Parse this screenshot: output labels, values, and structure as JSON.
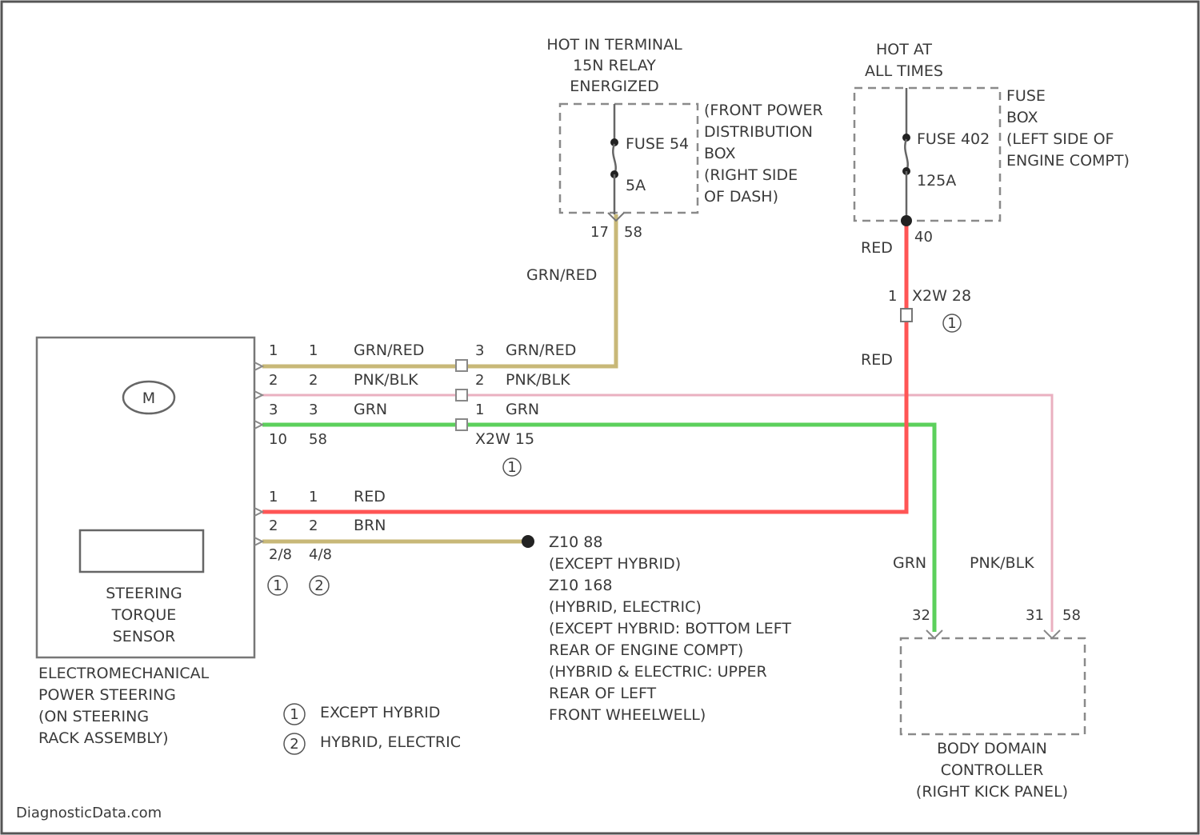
{
  "power_ign": {
    "header": [
      "HOT IN TERMINAL",
      "15N RELAY",
      "ENERGIZED"
    ],
    "fuse_name": "FUSE 54",
    "fuse_rating": "5A",
    "box_label": [
      "(FRONT POWER",
      "DISTRIBUTION",
      "BOX",
      "(RIGHT SIDE",
      "OF DASH)"
    ],
    "pin_left": "17",
    "pin_right": "58",
    "wire_color": "GRN/RED"
  },
  "power_batt": {
    "header": [
      "HOT AT",
      "ALL TIMES"
    ],
    "fuse_name": "FUSE 402",
    "fuse_rating": "125A",
    "box_label": [
      "FUSE",
      "BOX",
      "(LEFT SIDE OF",
      "ENGINE COMPT)"
    ],
    "pin": "40",
    "wire_color_top": "RED",
    "connector_pin": "1",
    "connector_name": "X2W 28",
    "connector_note": "1",
    "wire_color_mid": "RED"
  },
  "eps_connector_a": {
    "rows": [
      {
        "p1": "1",
        "p2": "1",
        "color": "GRN/RED",
        "pin": "3",
        "color2": "GRN/RED"
      },
      {
        "p1": "2",
        "p2": "2",
        "color": "PNK/BLK",
        "pin": "2",
        "color2": "PNK/BLK"
      },
      {
        "p1": "3",
        "p2": "3",
        "color": "GRN",
        "pin": "1",
        "color2": "GRN"
      }
    ],
    "conn_left": "10",
    "conn_right": "58",
    "inline_name": "X2W 15",
    "inline_note": "1"
  },
  "eps_connector_b": {
    "rows": [
      {
        "p1": "1",
        "p2": "1",
        "color": "RED"
      },
      {
        "p1": "2",
        "p2": "2",
        "color": "BRN"
      }
    ],
    "conn_left": "2/8",
    "conn_right": "4/8",
    "note_left": "1",
    "note_right": "2"
  },
  "ground": {
    "lines": [
      "Z10 88",
      "(EXCEPT HYBRID)",
      "Z10 168",
      "(HYBRID, ELECTRIC)",
      "(EXCEPT HYBRID: BOTTOM LEFT",
      "REAR OF ENGINE COMPT)",
      "(HYBRID & ELECTRIC: UPPER",
      "REAR OF LEFT",
      "FRONT WHEELWELL)"
    ]
  },
  "eps_module": {
    "motor_symbol": "M",
    "sensor_label": [
      "STEERING",
      "TORQUE",
      "SENSOR"
    ],
    "name": [
      "ELECTROMECHANICAL",
      "POWER STEERING",
      "(ON STEERING",
      "RACK ASSEMBLY)"
    ]
  },
  "legend": [
    {
      "num": "1",
      "text": "EXCEPT HYBRID"
    },
    {
      "num": "2",
      "text": "HYBRID, ELECTRIC"
    }
  ],
  "bdc": {
    "wire_left": "GRN",
    "wire_right": "PNK/BLK",
    "pin_left": "32",
    "pin_mid": "31",
    "pin_right": "58",
    "name": [
      "BODY DOMAIN",
      "CONTROLLER",
      "(RIGHT KICK PANEL)"
    ]
  },
  "watermark": "DiagnosticData.com",
  "colors": {
    "grn_red": "#c8b878",
    "pnk_blk": "#eab0c0",
    "grn": "#5cd05c",
    "red": "#ff5555",
    "brn": "#c8b878"
  }
}
